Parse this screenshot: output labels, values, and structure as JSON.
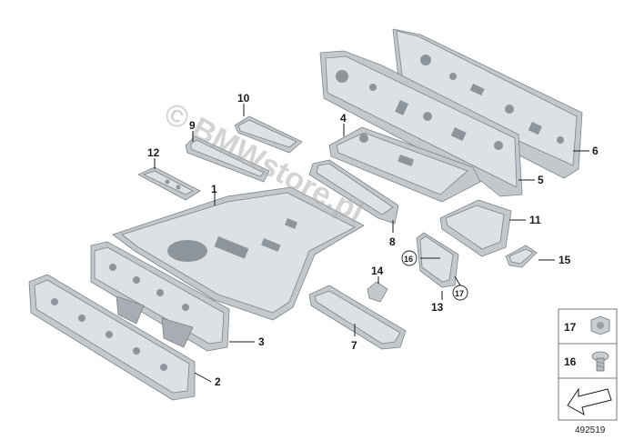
{
  "diagram": {
    "callouts": [
      "1",
      "2",
      "3",
      "4",
      "5",
      "6",
      "7",
      "8",
      "9",
      "10",
      "11",
      "12",
      "13",
      "14",
      "15",
      "16",
      "17",
      "16",
      "17"
    ],
    "legend": {
      "items": [
        "17",
        "16"
      ]
    },
    "figure_number": "492519",
    "watermark": "© BMWstore.pl"
  }
}
